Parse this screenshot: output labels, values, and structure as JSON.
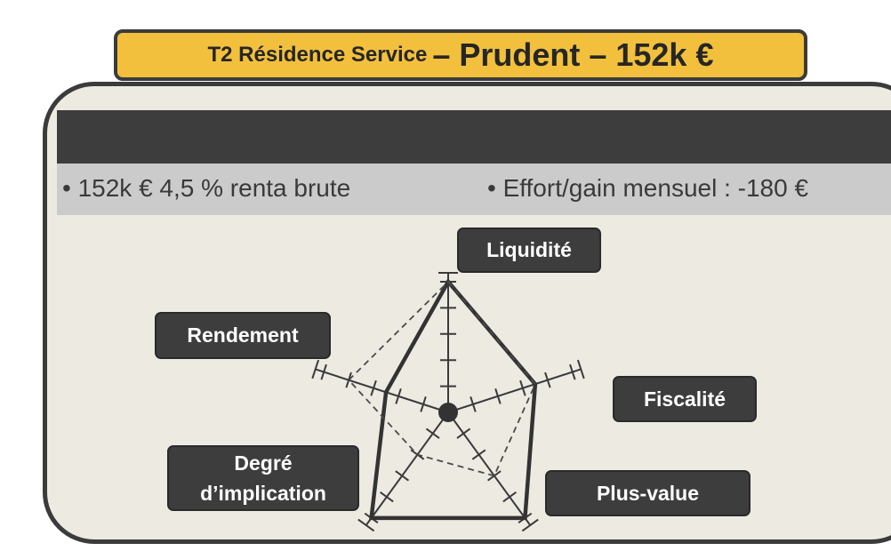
{
  "title": {
    "small": "T2 Résidence Service",
    "big": "– Prudent – 152k €"
  },
  "info": {
    "left": "• 152k €  4,5 % renta brute",
    "right": "• Effort/gain mensuel : -180 €"
  },
  "chart_data": {
    "type": "radar",
    "axes": [
      "Liquidité",
      "Fiscalité",
      "Plus-value",
      "Degré\nd’implication",
      "Rendement"
    ],
    "scale_max": 5,
    "series": [
      {
        "style": "solid",
        "values": [
          5,
          3.5,
          5,
          5,
          2.5
        ]
      },
      {
        "style": "dashed",
        "values": [
          5,
          3.5,
          3,
          2,
          4
        ]
      }
    ]
  },
  "colors": {
    "banner": "#f2c03c",
    "panel": "#edeae2",
    "dark": "#3d3d3d",
    "info_band": "#cbcbcb"
  }
}
